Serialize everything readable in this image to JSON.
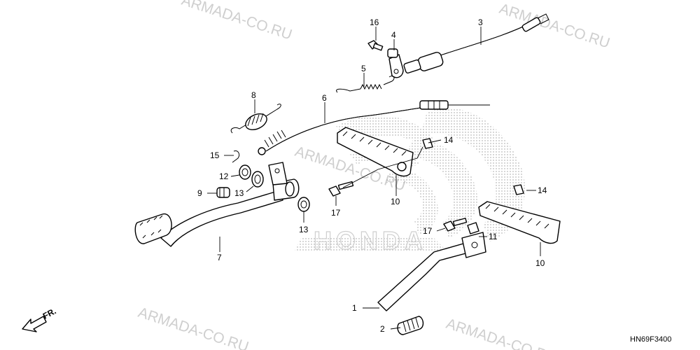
{
  "diagram": {
    "drawing_code": "HN69F3400",
    "direction_label": "FR.",
    "watermark": "ARMADA-CO.RU",
    "logo_text": "HONDA",
    "callouts": [
      "1",
      "2",
      "3",
      "4",
      "5",
      "6",
      "7",
      "8",
      "9",
      "10",
      "10",
      "11",
      "12",
      "13",
      "13",
      "14",
      "14",
      "15",
      "16",
      "17",
      "17"
    ]
  }
}
